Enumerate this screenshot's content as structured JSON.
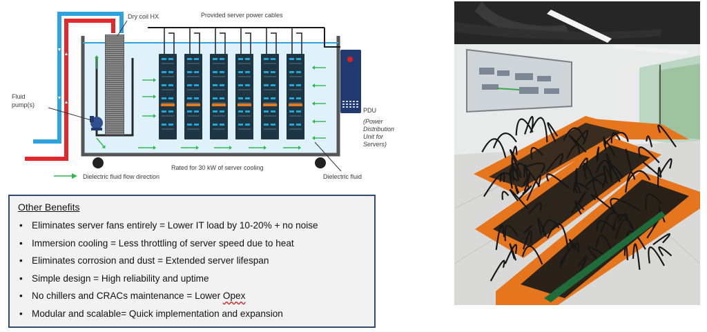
{
  "diagram": {
    "labels": {
      "dry_coil": "Dry coil HX",
      "power_cables": "Provided server power cables",
      "fluid_pump_line1": "Fluid",
      "fluid_pump_line2": "pump(s)",
      "pdu_line1": "PDU",
      "pdu_line2": "(Power",
      "pdu_line3": "Distribution",
      "pdu_line4": "Unit for",
      "pdu_line5": "Servers)",
      "rated": "Rated for 30 kW of server cooling",
      "flow_direction": "Dielectric fluid flow direction",
      "dielectric_fluid": "Dielectric fluid"
    },
    "colors": {
      "cold_pipe": "#2ea3e0",
      "hot_pipe": "#e0282e",
      "fluid": "#dff1fa",
      "flow_arrow": "#2eb84e",
      "server": "#1e3544",
      "server_led": "#20a8d8",
      "tank": "#555555",
      "pdu": "#213a70",
      "pdu_light": "#e01f1f"
    }
  },
  "benefits": {
    "title": "Other Benefits",
    "items": [
      "Eliminates server fans entirely = Lower IT load by 10-20% + no noise",
      "Immersion cooling = Less throttling of server speed due to heat",
      "Eliminates corrosion and dust = Extended server lifespan",
      "Simple design = High reliability and uptime"
    ],
    "opex_prefix": "No chillers and CRACs maintenance = Lower ",
    "opex_word": "Opex",
    "last_item": "Modular and scalable= Quick implementation and expansion",
    "border_color": "#2e4d6b"
  },
  "photo": {
    "colors": {
      "tank_orange": "#e6761e",
      "ceiling": "#262626",
      "floor": "#d9d9d7",
      "cable": "#161616"
    }
  }
}
